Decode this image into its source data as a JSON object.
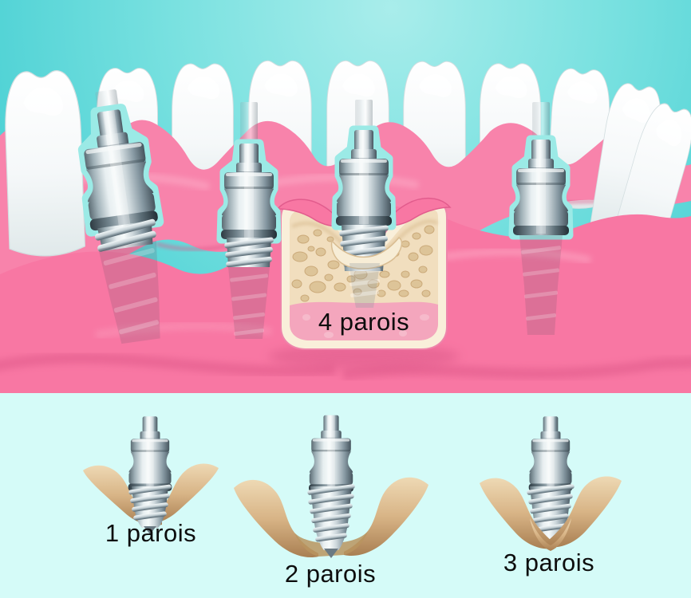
{
  "figure": {
    "type": "dental-implant-bone-walls-illustration",
    "top_section_implant_count": 4,
    "bottom_section_variant_count": 3
  },
  "labels": {
    "cross_section": "4 parois",
    "one_wall": "1 parois",
    "two_walls": "2 parois",
    "three_walls": "3 parois"
  },
  "colors": {
    "background_top_teal": "#3fc6cc",
    "background_top_light": "#a9edeb",
    "background_bottom": "#d5fbf8",
    "gum_pink": "#f877a3",
    "gum_band_pink": "#f883ab",
    "gum_shadow": "#db5486",
    "gum_highlight": "#ffc9da",
    "tooth_white": "#ffffff",
    "tooth_shade": "#e3ebec",
    "bone_fill": "#f1debe",
    "bone_spot": "#ddc498",
    "bone_cream": "#f8efdb",
    "box_border": "#f9efda",
    "box_pink_band": "#f4a6bd",
    "graft_light": "#eed9b4",
    "graft_dark": "#a97f52",
    "metal_light": "#f6fafa",
    "metal_dark": "#46555e",
    "implant_halo": "#9beae6",
    "label_text": "#0d0d0d"
  }
}
